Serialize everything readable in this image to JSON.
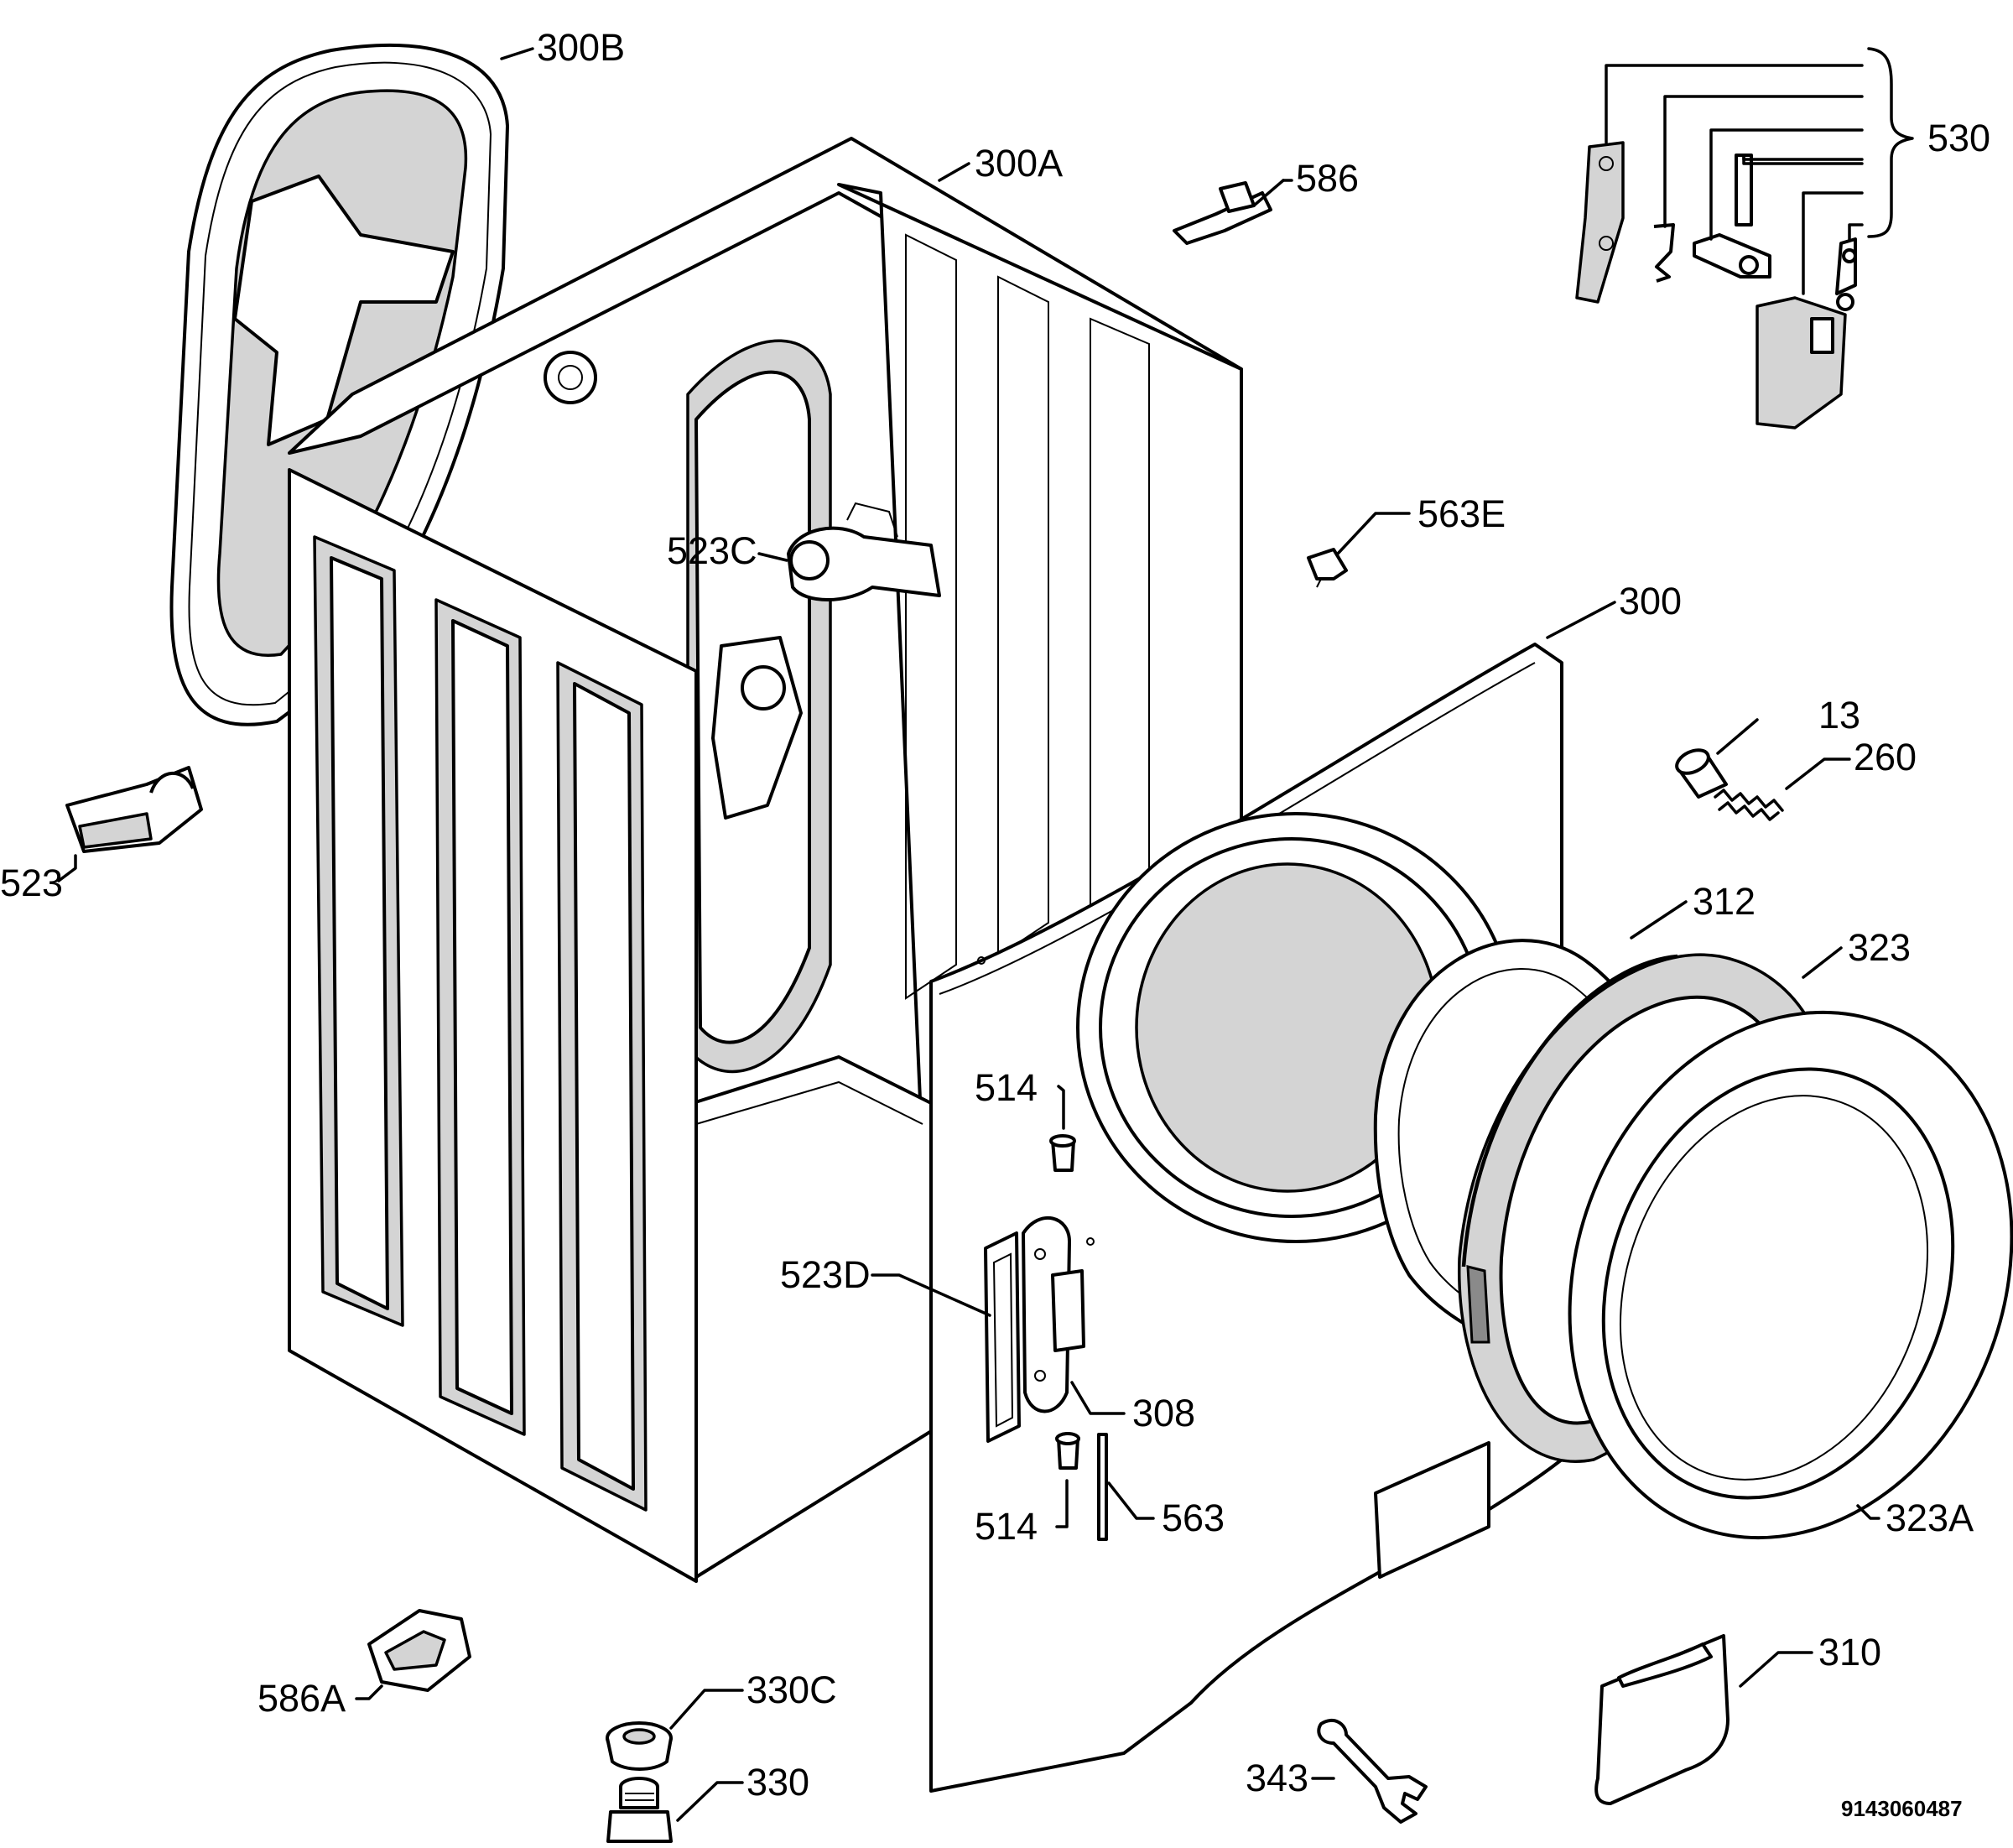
{
  "labels": {
    "l300B": "300B",
    "l300A": "300A",
    "l586": "586",
    "l530": "530",
    "l563E": "563E",
    "l523C": "523C",
    "l300": "300",
    "l13": "13",
    "l260": "260",
    "l523": "523",
    "l312": "312",
    "l323": "323",
    "l514a": "514",
    "l523D": "523D",
    "l308": "308",
    "l514b": "514",
    "l563": "563",
    "l323A": "323A",
    "l310": "310",
    "l586A": "586A",
    "l330C": "330C",
    "l330": "330",
    "l343": "343"
  },
  "document_number": "9143060487"
}
